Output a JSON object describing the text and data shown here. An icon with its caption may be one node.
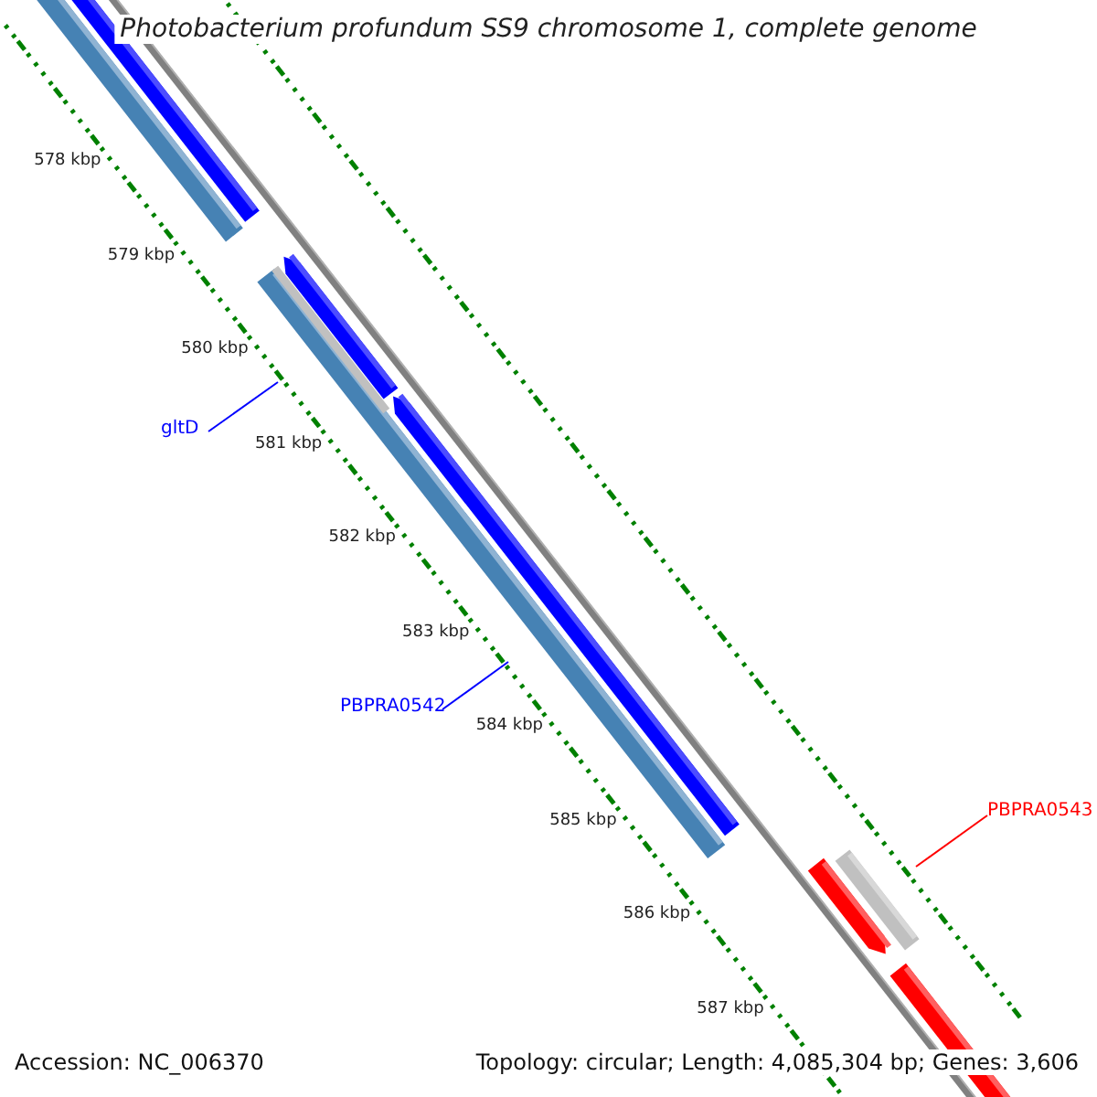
{
  "diagram": {
    "title": "Photobacterium profundum SS9 chromosome 1, complete genome",
    "nodes": [
      {
        "text": [
          "gltD"
        ]
      },
      {
        "text": [],
        "shape": "bar"
      },
      {
        "text": [
          "PBPRA0542"
        ]
      },
      {
        "text": [],
        "shape": "bar"
      },
      {
        "text": [
          "PBPRA0543"
        ]
      },
      {
        "text": [],
        "shape": "bar"
      }
    ],
    "edges": [
      {
        "from": 0,
        "to": 1,
        "arrow": "none"
      },
      {
        "from": 2,
        "to": 3,
        "arrow": "none"
      },
      {
        "from": 4,
        "to": 5,
        "arrow": "none",
        "color": "#ff0000"
      }
    ],
    "labels": [
      "578 kbp",
      "579 kbp",
      "580 kbp",
      "581 kbp",
      "582 kbp",
      "583 kbp",
      "584 kbp",
      "585 kbp",
      "586 kbp",
      "587 kbp",
      "Accession: NC_006370",
      "Topology: circular; Length: 4,085,304 bp; Genes: 3,606"
    ]
  }
}
